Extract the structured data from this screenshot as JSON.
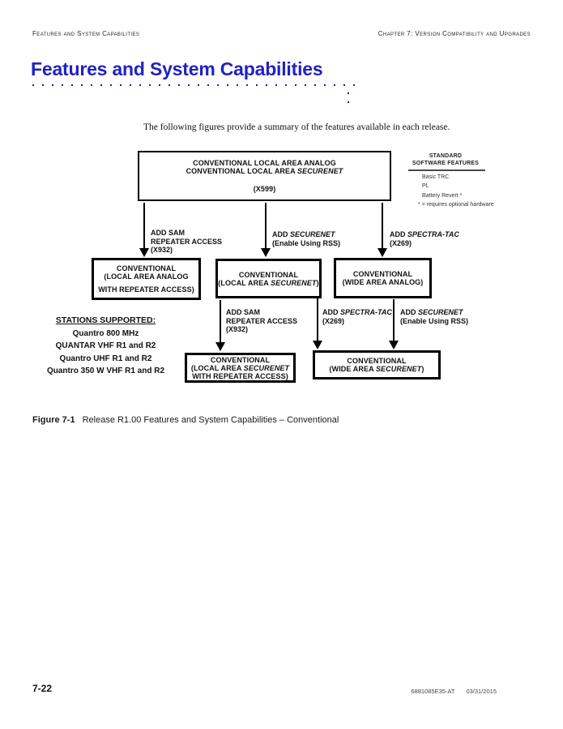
{
  "page": {
    "header_left": "Features and System Capabilities",
    "header_right": "Chapter 7: Version Compatibility and Upgrades",
    "title": "Features and System Capabilities",
    "intro": "The following figures provide a summary of the features available in each release.",
    "caption_label": "Figure 7-1",
    "caption_text": "Release R1.00 Features and System Capabilities – Conventional",
    "footer_page": "7-22",
    "footer_doc": "6881085E35-AT",
    "footer_date": "03/31/2015",
    "accent_color": "#2121c3",
    "dot_color": "#1e1e96"
  },
  "software_panel": {
    "title_line1": "STANDARD",
    "title_line2": "SOFTWARE FEATURES",
    "items": [
      "Basic TRC",
      "PL",
      "Battery Revert *"
    ],
    "note": "* = requires optional hardware"
  },
  "boxes": {
    "top": {
      "l1": "CONVENTIONAL LOCAL AREA ANALOG",
      "l2_pre": "CONVENTIONAL LOCAL AREA ",
      "l2_it": "SECURENET",
      "code": "(X599)"
    },
    "row2_a": {
      "l1": "CONVENTIONAL",
      "l2": "(LOCAL AREA ANALOG",
      "l3": "WITH REPEATER ACCESS)"
    },
    "row2_b": {
      "l1": "CONVENTIONAL",
      "l2_pre": "(LOCAL AREA ",
      "l2_it": "SECURENET",
      "l2_suf": ")"
    },
    "row2_c": {
      "l1": "CONVENTIONAL",
      "l2": "(WIDE AREA ANALOG)"
    },
    "row3_a": {
      "l1": "CONVENTIONAL",
      "l2_pre": "(LOCAL AREA ",
      "l2_it": "SECURENET",
      "l3": "WITH REPEATER ACCESS)"
    },
    "row3_b": {
      "l1": "CONVENTIONAL",
      "l2_pre": "(WIDE AREA ",
      "l2_it": "SECURENET",
      "l2_suf": ")"
    }
  },
  "labels": {
    "r1_sam": {
      "l1": "ADD SAM",
      "l2": "REPEATER ACCESS",
      "l3": "(X932)"
    },
    "r1_securenet": {
      "pre": "ADD ",
      "it": "SECURENET",
      "l2": "(Enable Using RSS)"
    },
    "r1_spectra": {
      "pre": "ADD ",
      "it": "SPECTRA-TAC",
      "l2": "(X269)"
    },
    "r2_sam": {
      "l1": "ADD SAM",
      "l2": "REPEATER ACCESS",
      "l3": "(X932)"
    },
    "r2_spectra": {
      "pre": "ADD ",
      "it": "SPECTRA-TAC",
      "l2": "(X269)"
    },
    "r2_securenet": {
      "pre": "ADD ",
      "it": "SECURENET",
      "l2": "(Enable Using RSS)"
    }
  },
  "stations": {
    "title": "STATIONS SUPPORTED:",
    "items": [
      "Quantro 800 MHz",
      "QUANTAR VHF R1 and R2",
      "Quantro UHF R1 and R2",
      "Quantro 350 W VHF R1 and R2"
    ]
  }
}
